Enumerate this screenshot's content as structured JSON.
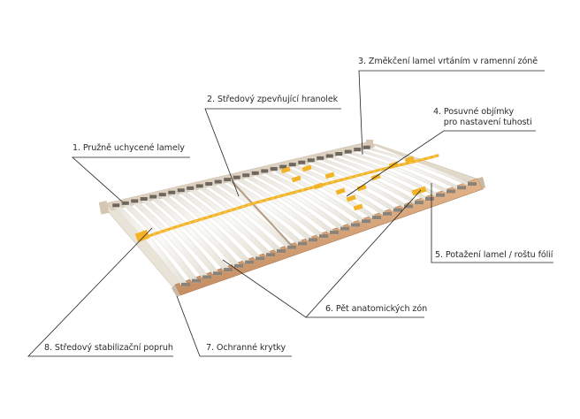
{
  "figure": {
    "subject": "slatted bed base (lamelový rošt) with labelled features",
    "colors": {
      "background": "#ffffff",
      "frame_wood": "#d9a57a",
      "frame_wood_dark": "#b9835a",
      "slat": "#f1efe9",
      "slat_shadow": "#d8d4cb",
      "slat_holder": "#8b8378",
      "strap_yellow": "#f2b327",
      "leader_line": "#222222",
      "label_text": "#2b2b2b"
    }
  },
  "labels": [
    {
      "id": 1,
      "text": "1. Pružně uchycené lamely"
    },
    {
      "id": 2,
      "text": "2. Středový zpevňující hranolek"
    },
    {
      "id": 3,
      "text": "3. Změkčení lamel vrtáním v ramenní zóně"
    },
    {
      "id": 4,
      "text": "4. Posuvné objímky\n    pro nastavení tuhosti"
    },
    {
      "id": 5,
      "text": "5. Potažení lamel / roštu fólií"
    },
    {
      "id": 6,
      "text": "6. Pět anatomických zón"
    },
    {
      "id": 7,
      "text": "7. Ochranné krytky"
    },
    {
      "id": 8,
      "text": "8. Středový stabilizační  popruh"
    }
  ]
}
